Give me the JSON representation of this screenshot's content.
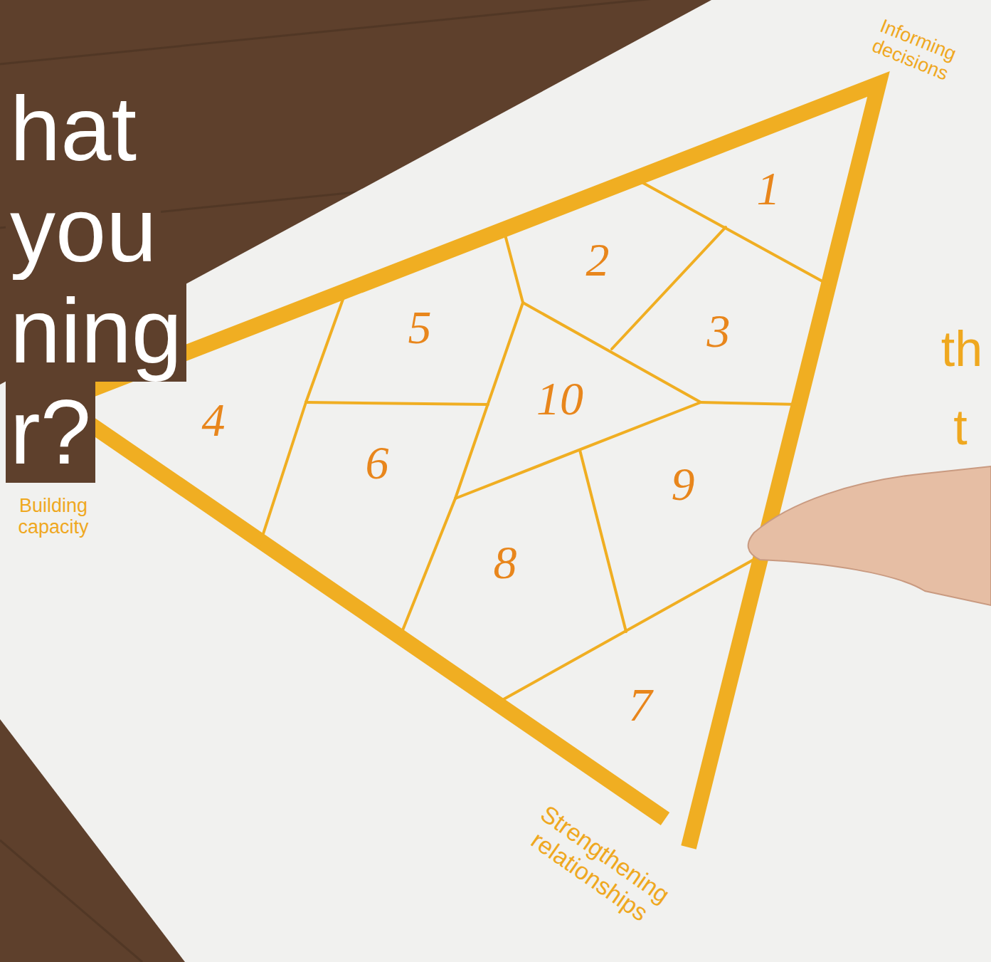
{
  "diagram": {
    "title": "hat you ning r?",
    "labels": [
      "Informing decisions",
      "1",
      "2",
      "5",
      "3",
      "th",
      "10",
      "4",
      "Building capacity",
      "6",
      "9",
      "t",
      "8",
      "7",
      "Strengthening relationships"
    ]
  }
}
